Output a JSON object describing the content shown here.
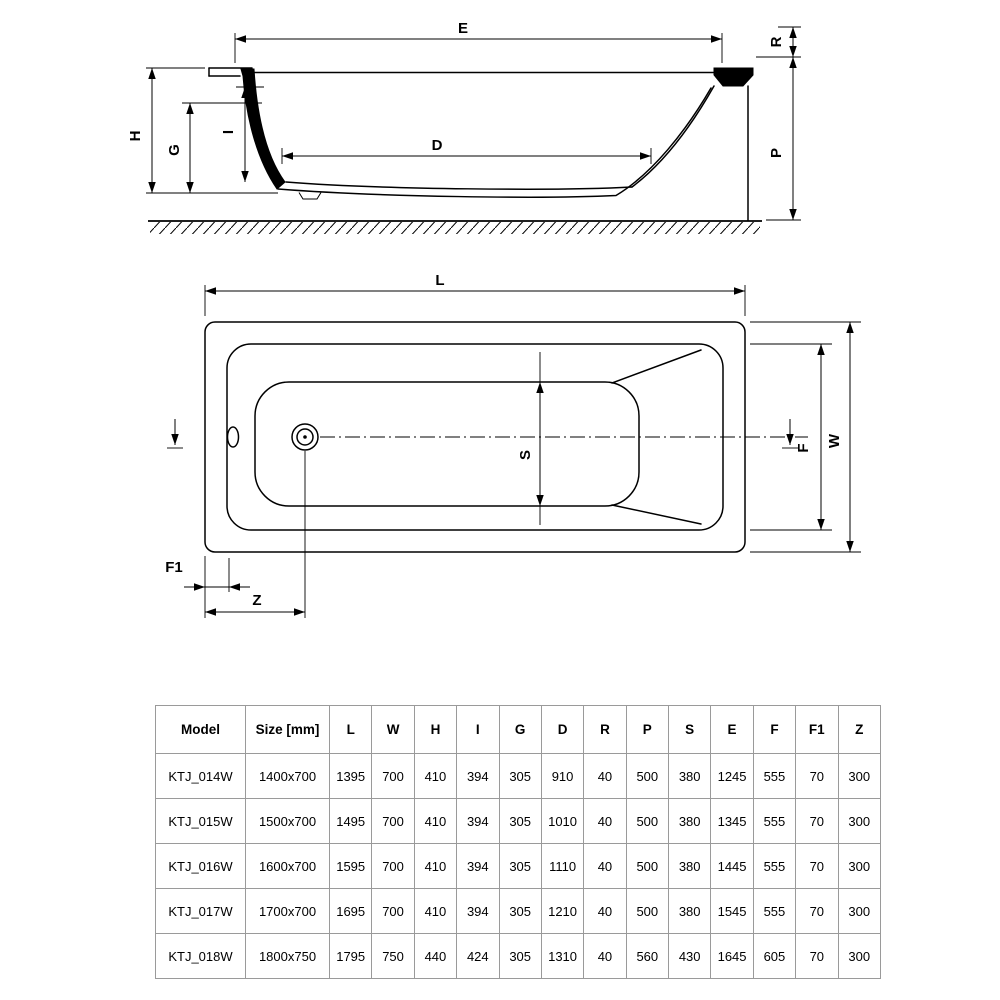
{
  "diagram": {
    "side_view": {
      "labels": {
        "E": "E",
        "R": "R",
        "H": "H",
        "G": "G",
        "I": "I",
        "D": "D",
        "P": "P"
      }
    },
    "top_view": {
      "labels": {
        "L": "L",
        "S": "S",
        "W": "W",
        "F": "F",
        "F1": "F1",
        "Z": "Z"
      }
    }
  },
  "table": {
    "headers": [
      "Model",
      "Size [mm]",
      "L",
      "W",
      "H",
      "I",
      "G",
      "D",
      "R",
      "P",
      "S",
      "E",
      "F",
      "F1",
      "Z"
    ],
    "rows": [
      [
        "KTJ_014W",
        "1400x700",
        "1395",
        "700",
        "410",
        "394",
        "305",
        "910",
        "40",
        "500",
        "380",
        "1245",
        "555",
        "70",
        "300"
      ],
      [
        "KTJ_015W",
        "1500x700",
        "1495",
        "700",
        "410",
        "394",
        "305",
        "1010",
        "40",
        "500",
        "380",
        "1345",
        "555",
        "70",
        "300"
      ],
      [
        "KTJ_016W",
        "1600x700",
        "1595",
        "700",
        "410",
        "394",
        "305",
        "1110",
        "40",
        "500",
        "380",
        "1445",
        "555",
        "70",
        "300"
      ],
      [
        "KTJ_017W",
        "1700x700",
        "1695",
        "700",
        "410",
        "394",
        "305",
        "1210",
        "40",
        "500",
        "380",
        "1545",
        "555",
        "70",
        "300"
      ],
      [
        "KTJ_018W",
        "1800x750",
        "1795",
        "750",
        "440",
        "424",
        "305",
        "1310",
        "40",
        "560",
        "430",
        "1645",
        "605",
        "70",
        "300"
      ]
    ]
  }
}
